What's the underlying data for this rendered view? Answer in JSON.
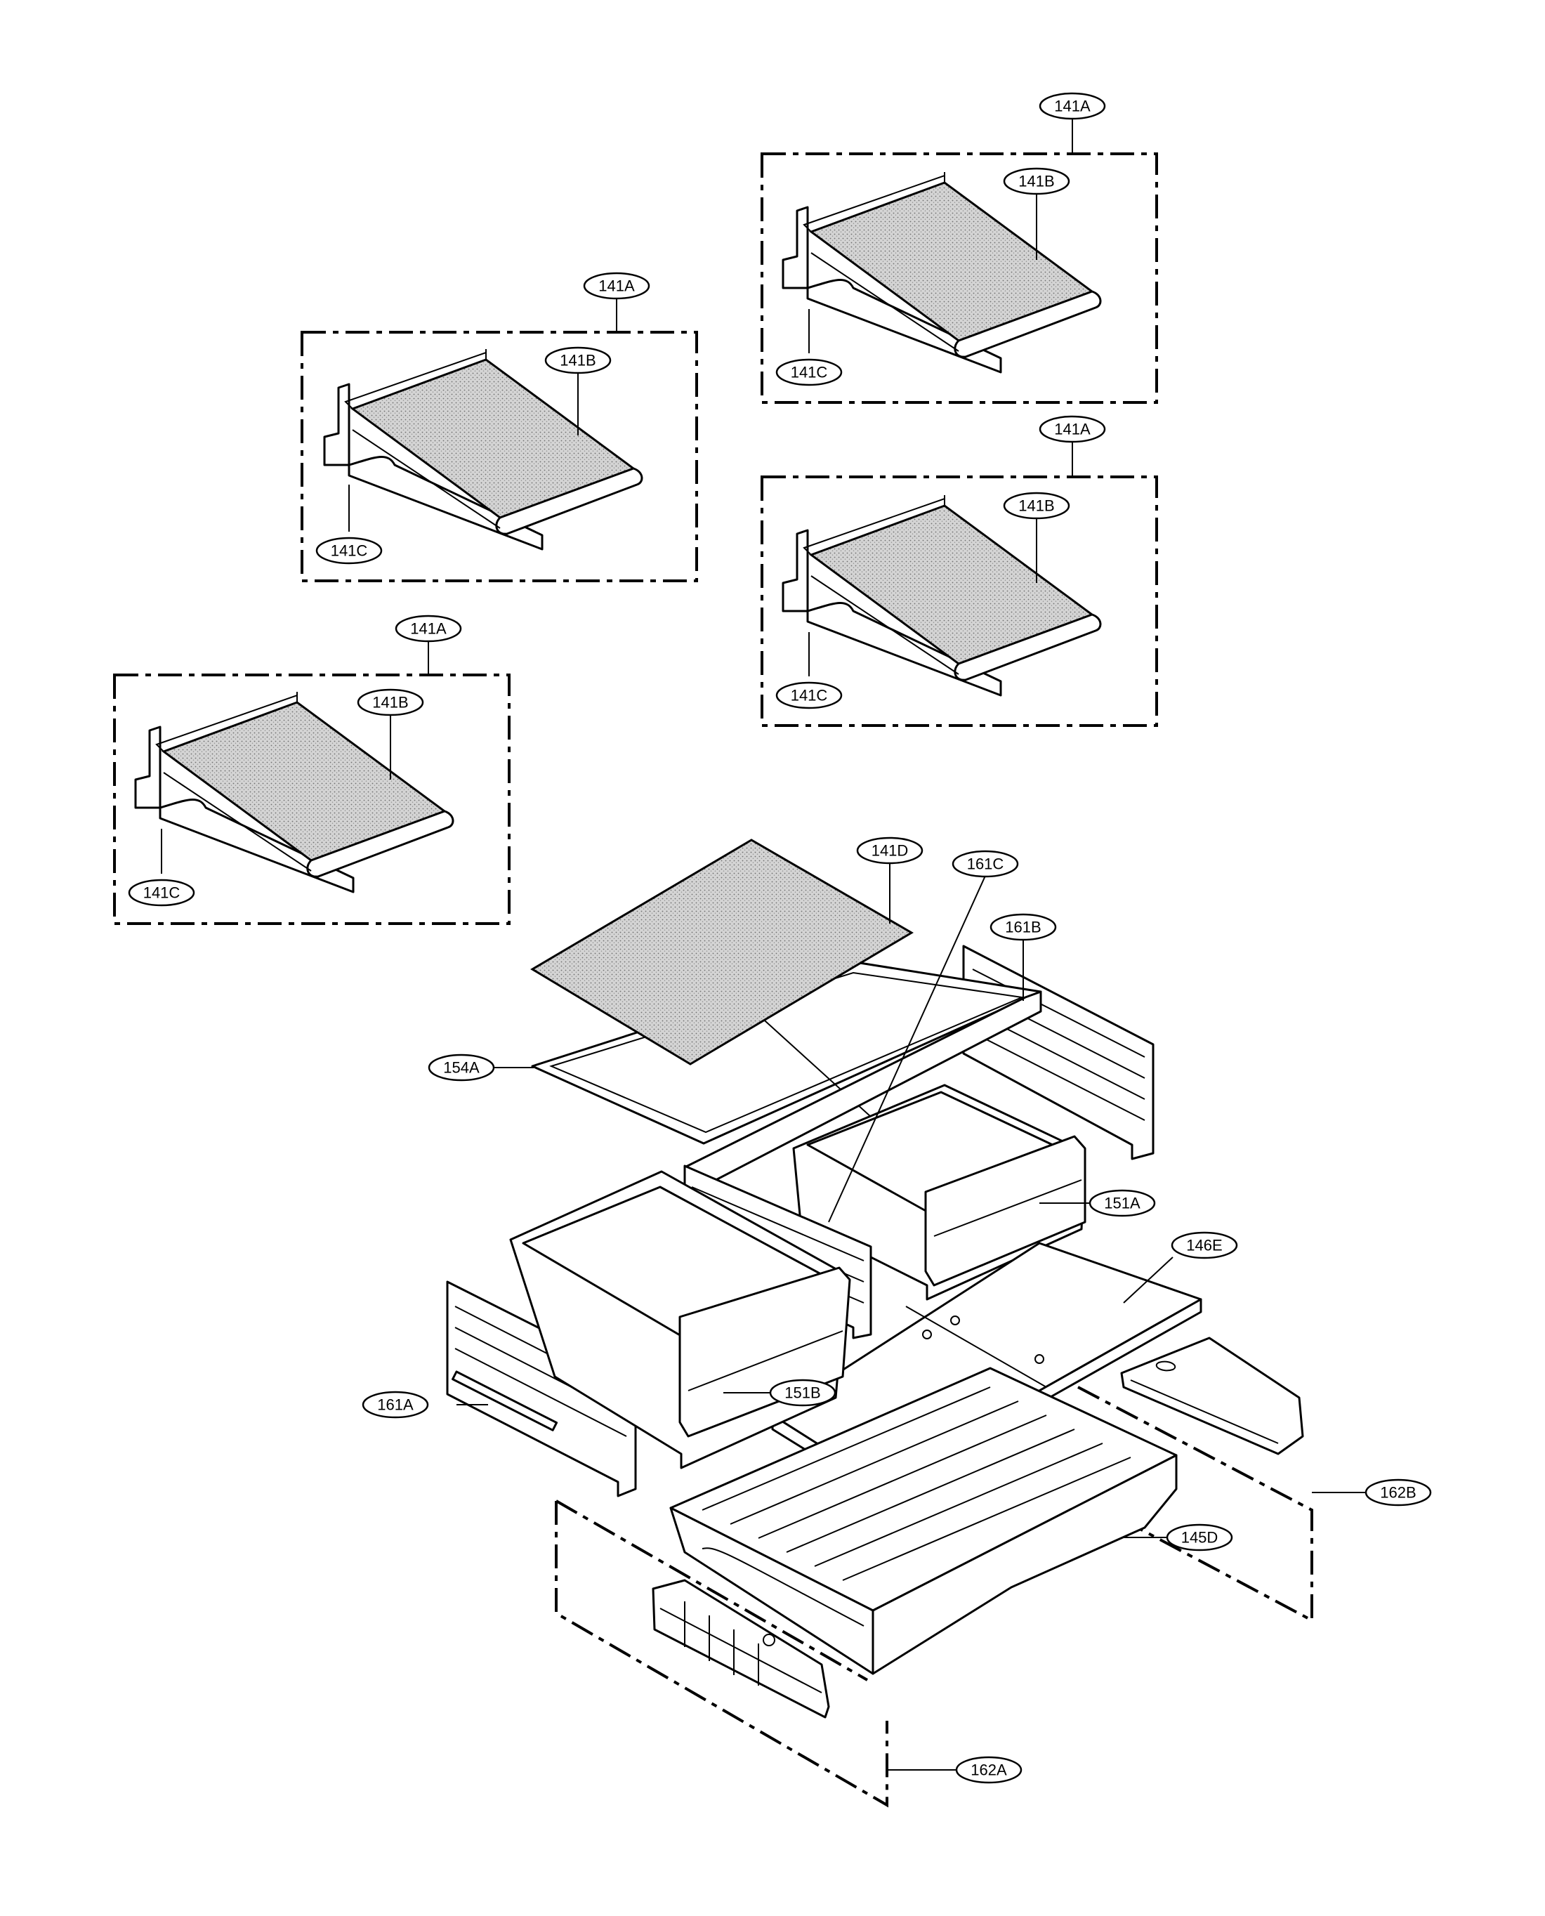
{
  "labels": {
    "s1_141A": "141A",
    "s1_141B": "141B",
    "s1_141C": "141C",
    "s2_141A": "141A",
    "s2_141B": "141B",
    "s2_141C": "141C",
    "s3_141A": "141A",
    "s3_141B": "141B",
    "s3_141C": "141C",
    "s4_141A": "141A",
    "s4_141B": "141B",
    "s4_141C": "141C",
    "p141D": "141D",
    "p161C": "161C",
    "p161B": "161B",
    "p154A": "154A",
    "p151A": "151A",
    "p146E": "146E",
    "p161A": "161A",
    "p151B": "151B",
    "p162B": "162B",
    "p145D": "145D",
    "p162A": "162A"
  }
}
